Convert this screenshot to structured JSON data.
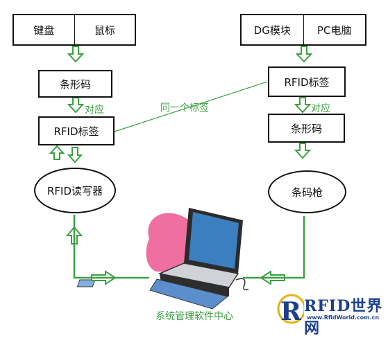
{
  "top_left": {
    "left": "键盘",
    "right": "鼠标"
  },
  "top_right": {
    "left": "DG模块",
    "right": "PC电脑"
  },
  "left_column": {
    "barcode": "条形码",
    "rfid_tag": "RFID标签",
    "reader": "RFID读写器",
    "relation": "对应"
  },
  "right_column": {
    "rfid_tag": "RFID标签",
    "barcode": "条形码",
    "scanner": "条码枪",
    "relation": "对应"
  },
  "middle_link": "同一个标签",
  "center": {
    "label": "系统管理软件中心"
  },
  "logo": {
    "text": "RFID世界网",
    "sub": "www.RfidWorld.com.cn"
  },
  "colors": {
    "arrow": "#3aa040",
    "line": "#3aa040",
    "text_green": "#3aa040",
    "pink": "#ee6fa0",
    "laptop": "#3b7fc0"
  }
}
